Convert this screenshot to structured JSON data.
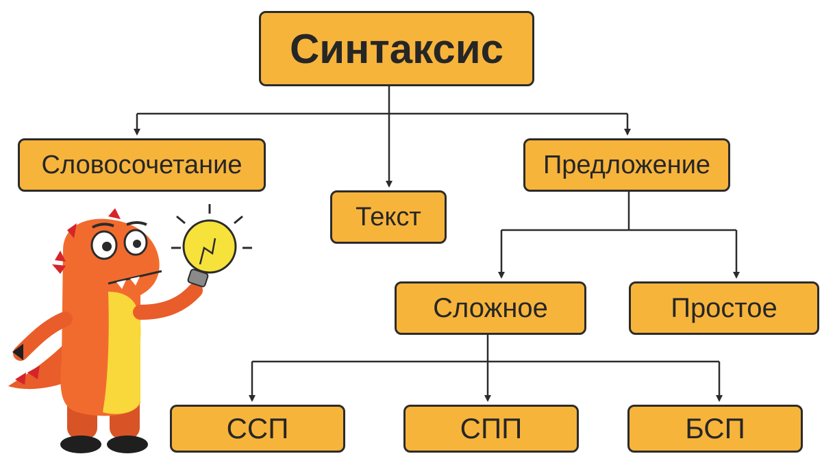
{
  "diagram": {
    "root": "Синтаксис",
    "level1": [
      "Словосочетание",
      "Текст",
      "Предложение"
    ],
    "sentence_types": [
      "Сложное",
      "Простое"
    ],
    "complex_types": [
      "ССП",
      "СПП",
      "БСП"
    ]
  },
  "colors": {
    "node_fill": "#f7b43b",
    "node_border": "#2b2b2b",
    "connector": "#2b2b2b",
    "mascot_body": "#f26b2e",
    "mascot_belly": "#f8d83a",
    "bulb": "#f6e23b"
  },
  "icons": [
    "dinosaur-mascot-icon",
    "lightbulb-icon"
  ]
}
